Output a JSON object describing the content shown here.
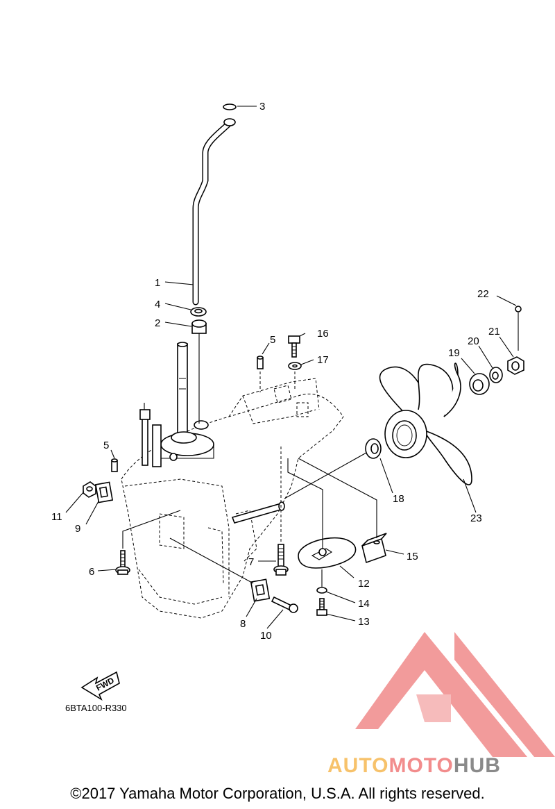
{
  "diagram": {
    "callouts": [
      {
        "id": "1",
        "text": "1"
      },
      {
        "id": "2",
        "text": "2"
      },
      {
        "id": "3",
        "text": "3"
      },
      {
        "id": "4",
        "text": "4"
      },
      {
        "id": "5a",
        "text": "5"
      },
      {
        "id": "5b",
        "text": "5"
      },
      {
        "id": "6",
        "text": "6"
      },
      {
        "id": "7",
        "text": "7"
      },
      {
        "id": "8",
        "text": "8"
      },
      {
        "id": "9",
        "text": "9"
      },
      {
        "id": "10",
        "text": "10"
      },
      {
        "id": "11",
        "text": "11"
      },
      {
        "id": "12",
        "text": "12"
      },
      {
        "id": "13",
        "text": "13"
      },
      {
        "id": "14",
        "text": "14"
      },
      {
        "id": "15",
        "text": "15"
      },
      {
        "id": "16",
        "text": "16"
      },
      {
        "id": "17",
        "text": "17"
      },
      {
        "id": "18",
        "text": "18"
      },
      {
        "id": "19",
        "text": "19"
      },
      {
        "id": "20",
        "text": "20"
      },
      {
        "id": "21",
        "text": "21"
      },
      {
        "id": "22",
        "text": "22"
      },
      {
        "id": "23",
        "text": "23"
      }
    ],
    "fwd_label": "FWD",
    "diagram_code": "6BTA100-R330"
  },
  "watermark": {
    "part1": "AUTO",
    "part2": "MOTO",
    "part3": "HUB",
    "colors": {
      "auto": "#f7c26b",
      "moto": "#f28c8c",
      "hub": "#8a8a8a",
      "triangle": "#f08a8a"
    }
  },
  "footer": {
    "copyright": "©2017 Yamaha Motor Corporation, U.S.A. All rights reserved."
  }
}
